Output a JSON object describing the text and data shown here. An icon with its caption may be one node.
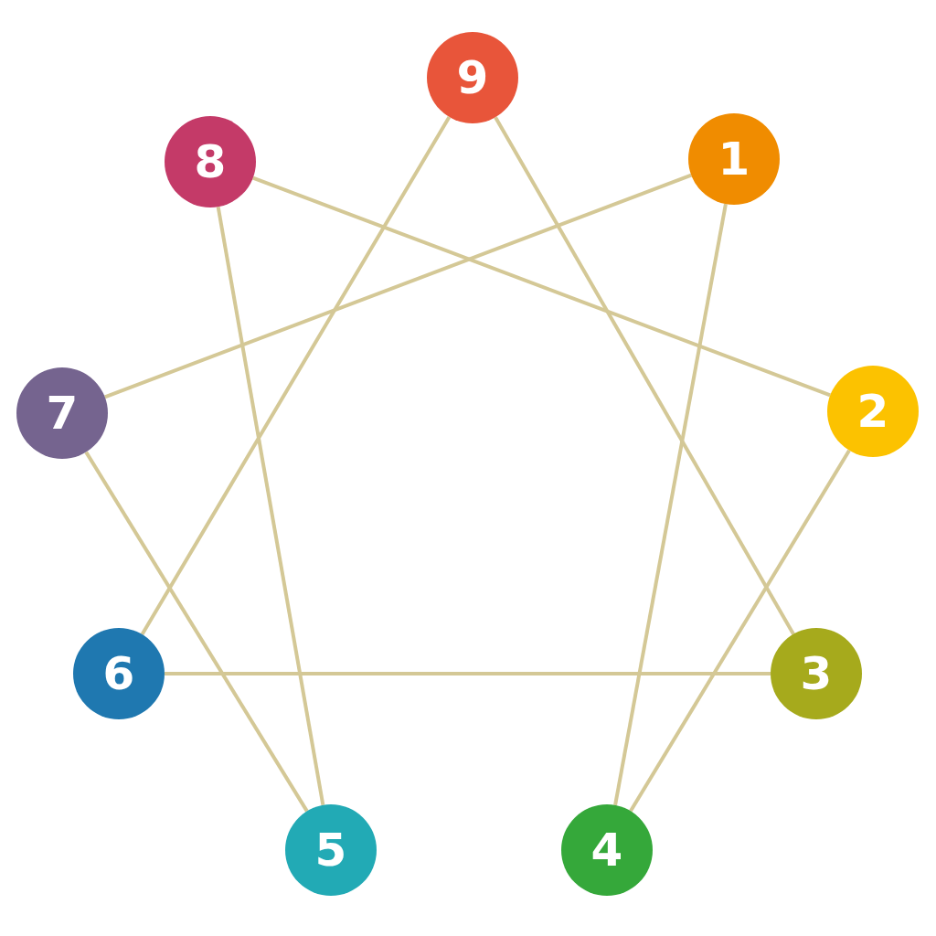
{
  "diagram": {
    "nodes": [
      {
        "text": [
          "9"
        ]
      },
      {
        "text": [
          "8"
        ]
      },
      {
        "text": [
          "1"
        ]
      },
      {
        "text": [
          "7"
        ]
      },
      {
        "text": [
          "2"
        ]
      },
      {
        "text": [
          "6"
        ]
      },
      {
        "text": [
          "3"
        ]
      },
      {
        "text": [
          "5"
        ]
      },
      {
        "text": [
          "4"
        ]
      }
    ],
    "edges": [
      {
        "from": 0,
        "to": 6,
        "arrow": "none"
      },
      {
        "from": 0,
        "to": 5,
        "arrow": "none"
      },
      {
        "from": 5,
        "to": 6,
        "arrow": "none"
      },
      {
        "from": 2,
        "to": 8,
        "arrow": "none"
      },
      {
        "from": 8,
        "to": 4,
        "arrow": "none"
      },
      {
        "from": 4,
        "to": 1,
        "arrow": "none"
      },
      {
        "from": 1,
        "to": 7,
        "arrow": "none"
      },
      {
        "from": 7,
        "to": 3,
        "arrow": "none"
      },
      {
        "from": 3,
        "to": 2,
        "arrow": "none"
      }
    ]
  }
}
